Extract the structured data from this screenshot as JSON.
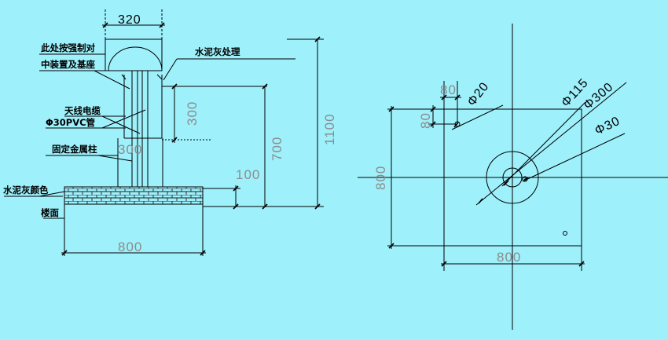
{
  "colors": {
    "background": "#9ef0fb",
    "line": "#000000",
    "dimension_line": "#8c8c8c",
    "hatch": "#222222"
  },
  "elevation": {
    "width_top": "320",
    "height_upper": "300",
    "height_middle": "700",
    "height_total": "1100",
    "width_column": "300",
    "height_base": "100",
    "width_base": "800",
    "labels": {
      "note_line1": "此处按强制对",
      "note_line2": "中装置及基座",
      "cement_treatment": "水泥灰处理",
      "antenna_cable": "天线电缆",
      "pvc_pipe": "Φ30PVC管",
      "metal_column": "固定金属柱",
      "cement_color": "水泥灰颜色",
      "floor": "楼面"
    }
  },
  "plan": {
    "width": "800",
    "height": "800",
    "offset_x": "80",
    "offset_y": "80",
    "dia_hole": "Φ20",
    "dia_115": "Φ115",
    "dia_300": "Φ300",
    "dia_30": "Φ30"
  }
}
